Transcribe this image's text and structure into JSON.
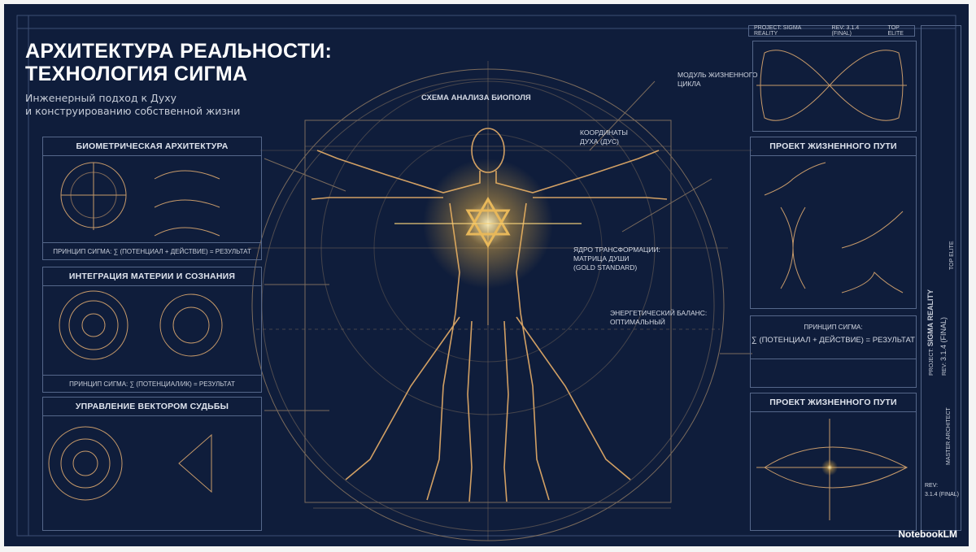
{
  "header": {
    "title_line1": "АРХИТЕКТУРА РЕАЛЬНОСТИ:",
    "title_line2": "ТЕХНОЛОГИЯ СИГМА",
    "subtitle_line1": "Инженерный подход к Духу",
    "subtitle_line2": "и конструированию собственной жизни"
  },
  "title_block": {
    "project": "PROJECT: SIGMA REALITY",
    "rev": "REV: 3.1.4 (FINAL)",
    "class": "TOP ELITE"
  },
  "left_panels": [
    {
      "title": "БИОМЕТРИЧЕСКАЯ АРХИТЕКТУРА",
      "footer": "ПРИНЦИП СИГМА: ∑ (ПОТЕНЦИАЛ + ДЕЙСТВИЕ) = РЕЗУЛЬТАТ"
    },
    {
      "title": "ИНТЕГРАЦИЯ МАТЕРИИ И СОЗНАНИЯ",
      "footer": "ПРИНЦИП СИГМА: ∑ (ПОТЕНЦИАЛ/ИК) = РЕЗУЛЬТАТ"
    },
    {
      "title": "УПРАВЛЕНИЕ ВЕКТОРОМ СУДЬБЫ"
    }
  ],
  "center": {
    "title": "СХЕМА АНАЛИЗА БИОПОЛЯ",
    "callout_lifecycle": [
      "МОДУЛЬ ЖИЗНЕННОГО",
      "ЦИКЛА"
    ],
    "callout_coords": [
      "КООРДИНАТЫ",
      "ДУХА (ДУС)"
    ],
    "callout_core": [
      "ЯДРО ТРАНСФОРМАЦИИ:",
      "МАТРИЦА ДУШИ",
      "(GOLD STANDARD)"
    ],
    "callout_energy": [
      "ЭНЕРГЕТИЧЕСКИЙ БАЛАНС:",
      "ОПТИМАЛЬНЫЙ"
    ]
  },
  "right_panels": {
    "life_path_1": {
      "title": "ПРОЕКТ ЖИЗНЕННОГО ПУТИ"
    },
    "principle": {
      "label": "ПРИНЦИП СИГМА:",
      "formula": "∑ (ПОТЕНЦИАЛ + ДЕЙСТВИЕ) = РЕЗУЛЬТАТ"
    },
    "life_path_2": {
      "title": "ПРОЕКТ ЖИЗНЕННОГО ПУТИ"
    }
  },
  "side_strip": {
    "project_label": "PROJECT:",
    "project_value": "SIGMA REALITY",
    "rev_label": "REV:",
    "rev_value": "3.1.4 (FINAL)",
    "class": "TOP ELITE",
    "architect": "MASTER ARCHITECT",
    "rev_box_label": "REV:",
    "rev_box_value": "3.1.4 (FINAL)"
  },
  "brand": "NotebookLM",
  "colors": {
    "background": "#0f1d3b",
    "gold": "#d2a064",
    "line": "#55678a",
    "text": "#dfe4ee"
  }
}
